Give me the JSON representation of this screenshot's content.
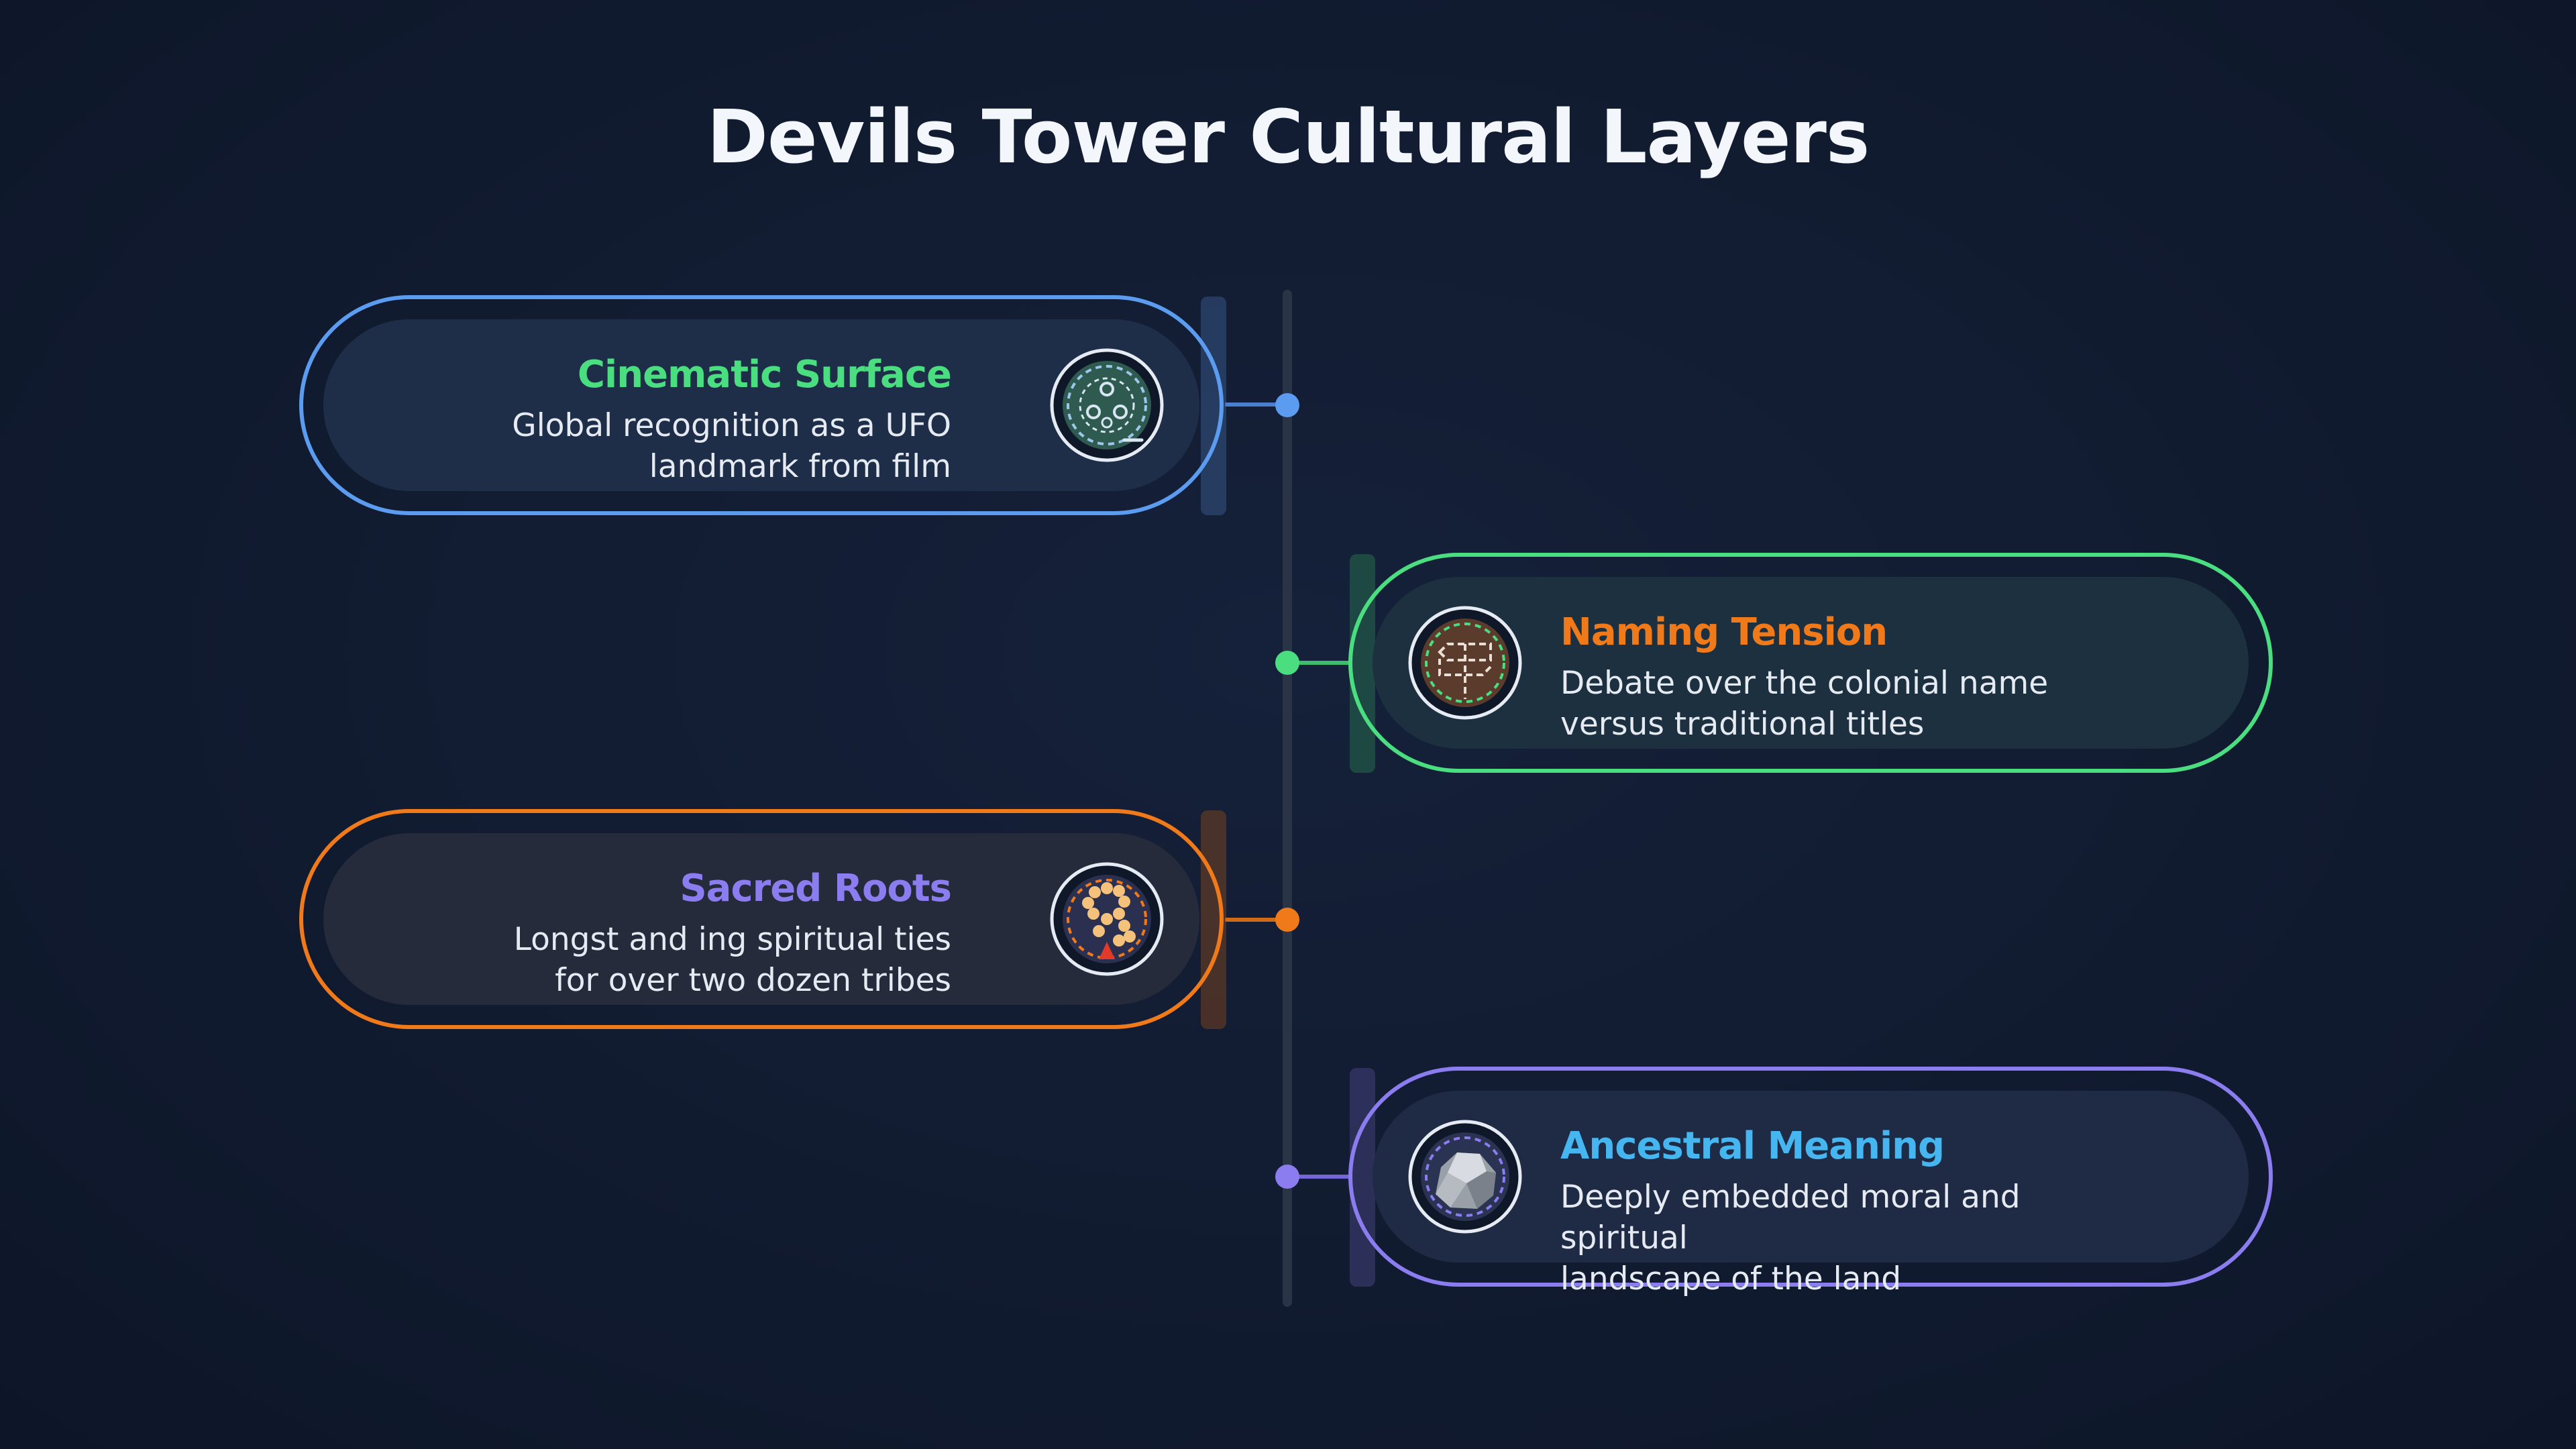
{
  "title": "Devils Tower Cultural Layers",
  "colors": {
    "blue": "#5b9cf0",
    "green": "#4ade80",
    "orange": "#f07a1a",
    "purple": "#8b7cf0",
    "cyan": "#45b6f0",
    "background": "#111b30"
  },
  "items": [
    {
      "heading": "Cinematic Surface",
      "line1": "Global recognition as a UFO",
      "line2": "landmark from film",
      "icon": "film-reel-icon"
    },
    {
      "heading": "Naming Tension",
      "line1": "Debate over the colonial name",
      "line2": "versus traditional titles",
      "icon": "signpost-icon"
    },
    {
      "heading": "Sacred Roots",
      "line1": "Longst and ing spiritual ties",
      "line2": "for over two dozen tribes",
      "icon": "prayer-beads-icon"
    },
    {
      "heading": "Ancestral Meaning",
      "line1": "Deeply embedded moral and spiritual",
      "line2": "landscape of the land",
      "icon": "stone-icon"
    }
  ]
}
